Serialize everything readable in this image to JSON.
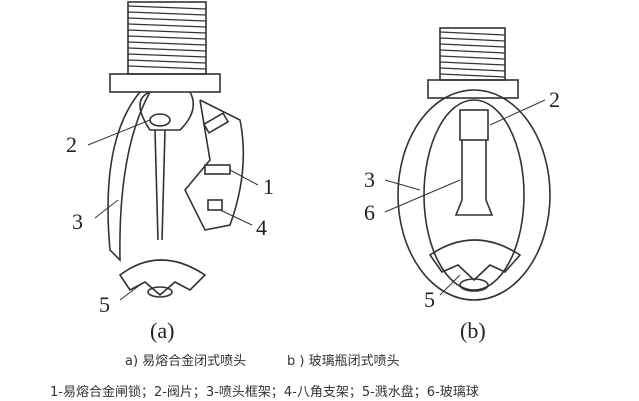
{
  "figure_a": {
    "label": "(a)",
    "callouts": [
      "1",
      "2",
      "3",
      "4",
      "5"
    ]
  },
  "figure_b": {
    "label": "(b)",
    "callouts": [
      "2",
      "3",
      "6",
      "5"
    ]
  },
  "captions": {
    "a": "a) 易熔合金闭式喷头",
    "b": "b ) 玻璃瓶闭式喷头"
  },
  "legend": "1-易熔合金闸锁；2-阀片；3-喷头框架；4-八角支架；5-溅水盘；6-玻璃球"
}
